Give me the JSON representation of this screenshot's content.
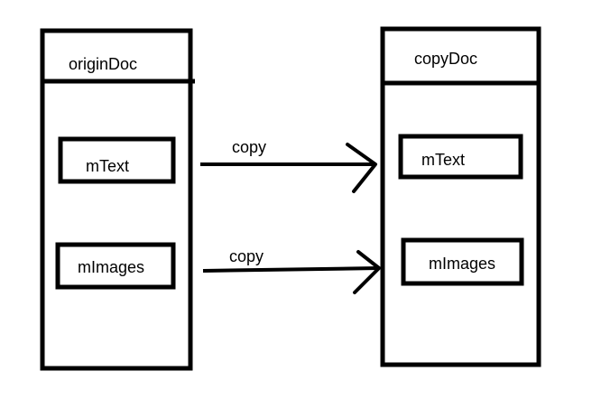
{
  "origin": {
    "title": "originDoc",
    "fields": [
      "mText",
      "mImages"
    ]
  },
  "copy": {
    "title": "copyDoc",
    "fields": [
      "mText",
      "mImages"
    ]
  },
  "arrows": [
    {
      "label": "copy",
      "from": "mText",
      "to": "mText"
    },
    {
      "label": "copy",
      "from": "mImages",
      "to": "mImages"
    }
  ]
}
